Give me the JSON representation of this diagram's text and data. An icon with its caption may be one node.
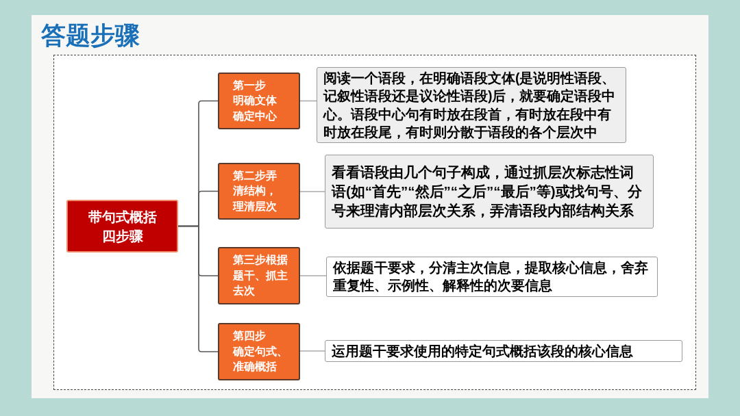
{
  "diagram": {
    "title": "答题步骤",
    "nodes": [
      {
        "text": [
          "带句式概括四步骤"
        ]
      },
      {
        "text": [
          "第一步",
          "明确文体确定中心"
        ]
      },
      {
        "text": [
          "第二步弄清结构，理清层次"
        ]
      },
      {
        "text": [
          "第三步根据题干、抓主去次"
        ]
      },
      {
        "text": [
          "第四步",
          "确定句式、准确概括"
        ]
      },
      {
        "text": [
          "阅读一个语段，在明确语段文体(是说明性语段、记叙性语段还是议论性语段)后，就要确定语段中心。语段中心句有时放在段首，有时放在段中有时放在段尾，有时则分散于语段的各个层次中"
        ]
      },
      {
        "text": [
          "看看语段由几个句子构成，通过抓层次标志性词语(如“首先”“然后”“之后”“最后”等)或找句号、分号来理清内部层次关系，弄清语段内部结构关系"
        ]
      },
      {
        "text": [
          "依据题干要求，分清主次信息，提取核心信息，舍弃重复性、示例性、解释性的次要信息"
        ]
      },
      {
        "text": [
          "运用题干要求使用的特定句式概括该段的核心信息"
        ]
      }
    ],
    "edges": [
      {
        "from": 0,
        "to": 1,
        "arrow": "none"
      },
      {
        "from": 0,
        "to": 2,
        "arrow": "none"
      },
      {
        "from": 0,
        "to": 3,
        "arrow": "none"
      },
      {
        "from": 0,
        "to": 4,
        "arrow": "none"
      },
      {
        "from": 1,
        "to": 5,
        "arrow": "none"
      },
      {
        "from": 2,
        "to": 6,
        "arrow": "none"
      },
      {
        "from": 3,
        "to": 7,
        "arrow": "none"
      },
      {
        "from": 4,
        "to": 8,
        "arrow": "none"
      }
    ]
  }
}
